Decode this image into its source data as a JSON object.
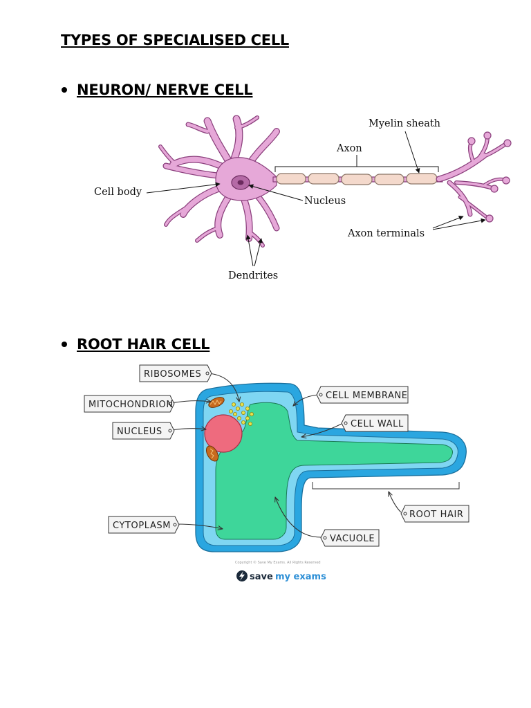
{
  "document": {
    "title": "TYPES OF SPECIALISED CELL"
  },
  "sections": [
    {
      "heading": "NEURON/ NERVE CELL",
      "labels": {
        "myelin_sheath": "Myelin sheath",
        "axon": "Axon",
        "cell_body": "Cell body",
        "nucleus": "Nucleus",
        "axon_terminals": "Axon terminals",
        "dendrites": "Dendrites"
      }
    },
    {
      "heading": "ROOT HAIR CELL",
      "labels": {
        "ribosomes": "RIBOSOMES",
        "mitochondrion": "MITOCHONDRION",
        "nucleus": "NUCLEUS",
        "cytoplasm": "CYTOPLASM",
        "cell_membrane": "CELL MEMBRANE",
        "cell_wall": "CELL WALL",
        "root_hair": "ROOT HAIR",
        "vacuole": "VACUOLE"
      },
      "credit": "Copyright © Save My Exams. All Rights Reserved",
      "logo": {
        "save": "save",
        "myexams": "my exams"
      }
    }
  ],
  "colors": {
    "neuron_fill": "#e6a8d8",
    "neuron_stroke": "#8a3f7c",
    "myelin": "#f4d9cc",
    "cell_wall": "#2aa6e0",
    "cytoplasm": "#7fd6f2",
    "vacuole": "#3ed69a",
    "nucleus": "#ee6b7e",
    "mitochondrion": "#c76a1e",
    "ribosome": "#e8e04a",
    "logo_accent": "#2d8fd6"
  }
}
